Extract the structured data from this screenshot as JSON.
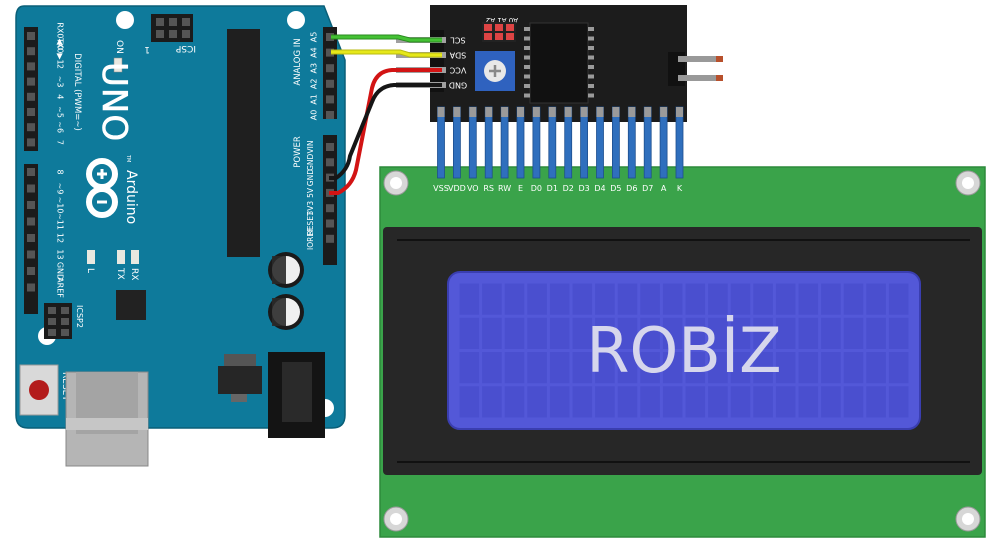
{
  "arduino": {
    "brand_model": "UNO",
    "brand_name": "Arduino",
    "trademark": "TM",
    "on_label": "ON",
    "icsp_label": "ICSP",
    "icsp_pin1": "1",
    "icsp2_label": "ICSP2",
    "reset_label": "RESET",
    "digital_label": "DIGITAL (PWM=~)",
    "analog_label": "ANALOG IN",
    "power_label": "POWER",
    "led_l": "L",
    "led_tx": "TX",
    "led_rx": "RX",
    "digital_pins": [
      "RX0◀0",
      "TX0▶1",
      "2",
      "~3",
      "4",
      "~5",
      "~6",
      "7",
      "8",
      "~9",
      "~10",
      "~11",
      "12",
      "13",
      "GND",
      "AREF"
    ],
    "analog_pins": [
      "A5",
      "A4",
      "A3",
      "A2",
      "A1",
      "A0"
    ],
    "power_pins": [
      "VIN",
      "GND",
      "GND",
      "5V",
      "3V3",
      "RESET",
      "IOREF"
    ]
  },
  "i2c_module": {
    "address_label": "A0 A1 A2",
    "pins": [
      "SCL",
      "SDA",
      "VCC",
      "GND"
    ]
  },
  "lcd": {
    "pin_labels": [
      "VSS",
      "VDD",
      "VO",
      "RS",
      "RW",
      "E",
      "D0",
      "D1",
      "D2",
      "D3",
      "D4",
      "D5",
      "D6",
      "D7",
      "A",
      "K"
    ],
    "display_text": "ROBİZ"
  },
  "colors": {
    "board_blue": "#0e7a9b",
    "module_black": "#1c1c1c",
    "pcb_green": "#3aa34a",
    "lcd_screen": "#5358d8",
    "wire_scl": "#44c134",
    "wire_sda": "#e6e81a",
    "wire_vcc": "#d21414",
    "wire_gnd": "#161616",
    "wire_lcd": "#2f6fbd"
  }
}
